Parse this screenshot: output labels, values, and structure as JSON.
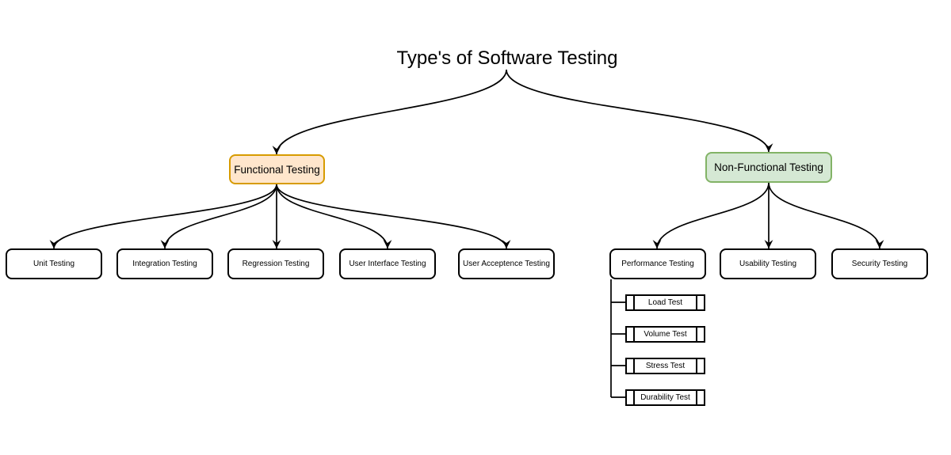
{
  "title": "Type's of Software Testing",
  "tree": {
    "functional": {
      "label": "Functional Testing",
      "children": [
        "Unit Testing",
        "Integration Testing",
        "Regression Testing",
        "User Interface Testing",
        "User Acceptence Testing"
      ]
    },
    "nonfunctional": {
      "label": "Non-Functional Testing",
      "children": [
        "Performance Testing",
        "Usability Testing",
        "Security Testing"
      ]
    },
    "performance_subtests": [
      "Load Test",
      "Volume Test",
      "Stress Test",
      "Durability Test"
    ]
  },
  "colors": {
    "functional_fill": "#FFE6CC",
    "functional_border": "#D79B00",
    "nonfunctional_fill": "#D5E8D4",
    "nonfunctional_border": "#82B366",
    "node_fill": "#FFFFFF",
    "node_border": "#000000",
    "edge": "#000000"
  }
}
